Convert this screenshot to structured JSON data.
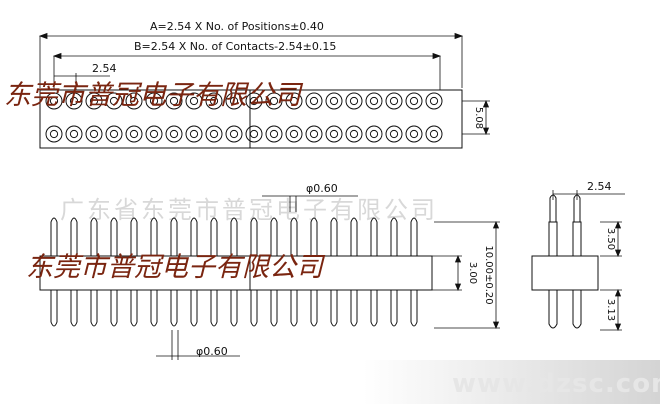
{
  "dimensions": {
    "a_formula": "A=2.54 X No. of Positions±0.40",
    "b_formula": "B=2.54 X No. of Contacts-2.54±0.15",
    "pitch_top": "2.54",
    "row_spacing": "5.08",
    "pin_diameter_top": "φ0.60",
    "pin_diameter_bottom": "φ0.60",
    "pitch_side": "2.54",
    "body_height": "3.00",
    "total_height": "10.00±0.20",
    "upper_pin": "3.50",
    "lower_pin": "3.13"
  },
  "stamps": {
    "top": "东莞市普冠电子有限公司",
    "middle": "东莞市普冠电子有限公司"
  },
  "watermarks": {
    "ghost_text": "广东省东莞市普冠电子有限公司",
    "site": "www.dzsc.com"
  },
  "layout_counts": {
    "columns": 20
  },
  "colors": {
    "line": "#111111",
    "stamp": "#7a2510",
    "ghost": "#d8d8d8",
    "gradient_start": "#ffffff",
    "gradient_end": "#d4d4d4"
  }
}
